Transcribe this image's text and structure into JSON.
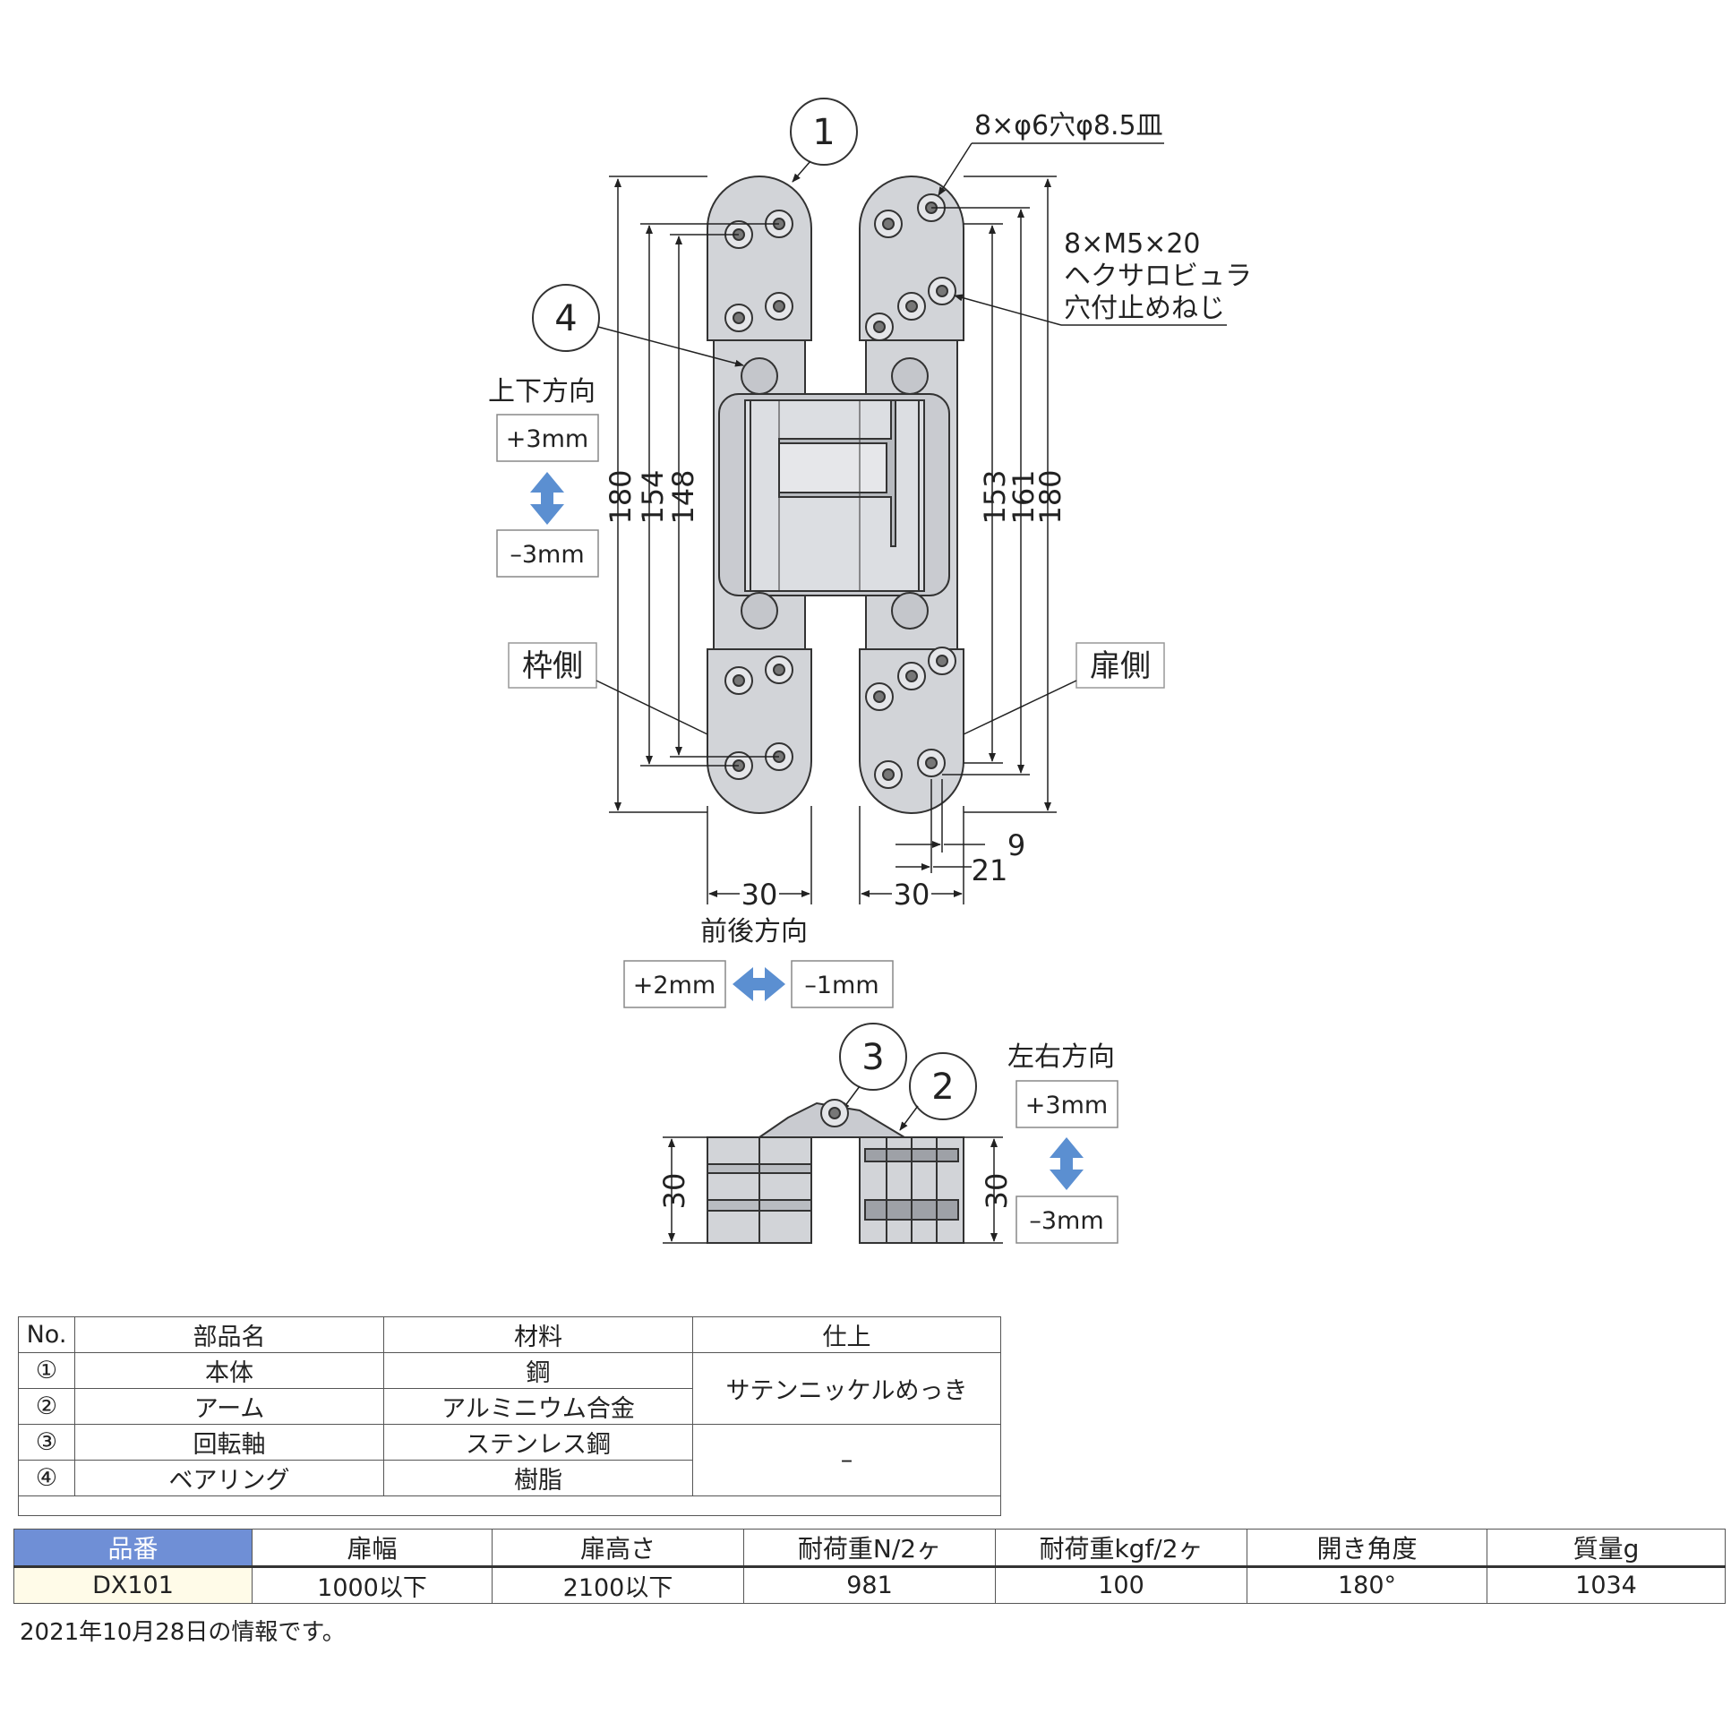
{
  "diagram": {
    "callouts": [
      "1",
      "2",
      "3",
      "4"
    ],
    "hole_note": "8×φ6穴φ8.5皿",
    "screw_note": [
      "8×M5×20",
      "ヘクサロビュラ",
      "穴付止めねじ"
    ],
    "vertical": {
      "title": "上下方向",
      "plus": "+3mm",
      "minus": "–3mm"
    },
    "front_back": {
      "title": "前後方向",
      "plus": "+2mm",
      "minus": "–1mm"
    },
    "left_right": {
      "title": "左右方向",
      "plus": "+3mm",
      "minus": "–3mm"
    },
    "frame_side": "枠側",
    "door_side": "扉側",
    "dims_left": [
      "180",
      "154",
      "148"
    ],
    "dims_right": [
      "153",
      "161",
      "180"
    ],
    "width_left": "30",
    "width_right": "30",
    "offset_9": "9",
    "offset_21": "21",
    "height_left": "30",
    "height_right": "30"
  },
  "parts_table": {
    "headers": [
      "No.",
      "部品名",
      "材料",
      "仕上"
    ],
    "rows": [
      {
        "no": "①",
        "name": "本体",
        "material": "鋼"
      },
      {
        "no": "②",
        "name": "アーム",
        "material": "アルミニウム合金"
      },
      {
        "no": "③",
        "name": "回転軸",
        "material": "ステンレス鋼"
      },
      {
        "no": "④",
        "name": "ベアリング",
        "material": "樹脂"
      }
    ],
    "finish_1": "サテンニッケルめっき",
    "finish_2": "–"
  },
  "spec_table": {
    "headers": [
      "品番",
      "扉幅",
      "扉高さ",
      "耐荷重N/2ヶ",
      "耐荷重kgf/2ヶ",
      "開き角度",
      "質量g"
    ],
    "row": [
      "DX101",
      "1000以下",
      "2100以下",
      "981",
      "100",
      "180°",
      "1034"
    ]
  },
  "note": "2021年10月28日の情報です。",
  "colors": {
    "arrow": "#5b8fd1",
    "table_header": "#6f8fd6",
    "metal": "#d2d4d8"
  }
}
